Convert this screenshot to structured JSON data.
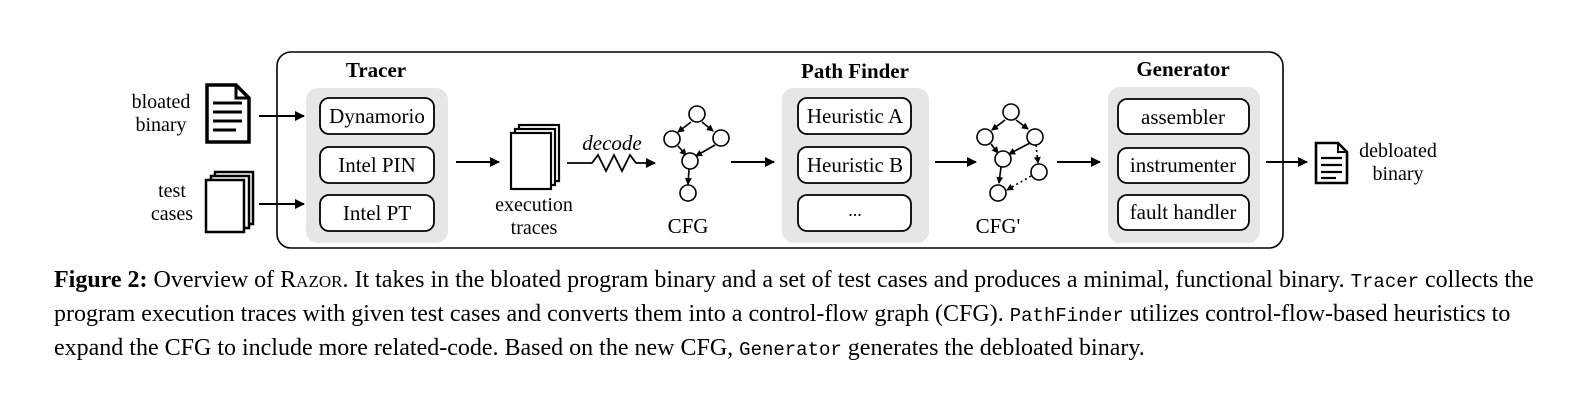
{
  "inputs": {
    "binary_label_line1": "bloated",
    "binary_label_line2": "binary",
    "tests_label_line1": "test",
    "tests_label_line2": "cases"
  },
  "tracer": {
    "title": "Tracer",
    "items": [
      "Dynamorio",
      "Intel PIN",
      "Intel PT"
    ]
  },
  "traces": {
    "label_line1": "execution",
    "label_line2": "traces",
    "decode_label": "decode"
  },
  "cfg": {
    "label": "CFG"
  },
  "path_finder": {
    "title": "Path Finder",
    "items": [
      "Heuristic A",
      "Heuristic B",
      "..."
    ]
  },
  "cfg_prime": {
    "label": "CFG'"
  },
  "generator": {
    "title": "Generator",
    "items": [
      "assembler",
      "instrumenter",
      "fault handler"
    ]
  },
  "output": {
    "label_line1": "debloated",
    "label_line2": "binary"
  },
  "caption": {
    "figure_label": "Figure 2:",
    "s1_pre": "Overview of ",
    "razor": "Razor",
    "s1_post": ". It takes in the bloated program binary and a set of test cases and produces a minimal, functional binary.",
    "tracer_code": "Tracer",
    "s2": " collects the program execution traces with given test cases and converts them into a control-flow graph (CFG). ",
    "pathfinder_code": "PathFinder",
    "s3": " utilizes control-flow-based heuristics to expand the CFG to include more related-code. Based on the new CFG, ",
    "generator_code": "Generator",
    "s4": " generates the debloated binary."
  }
}
